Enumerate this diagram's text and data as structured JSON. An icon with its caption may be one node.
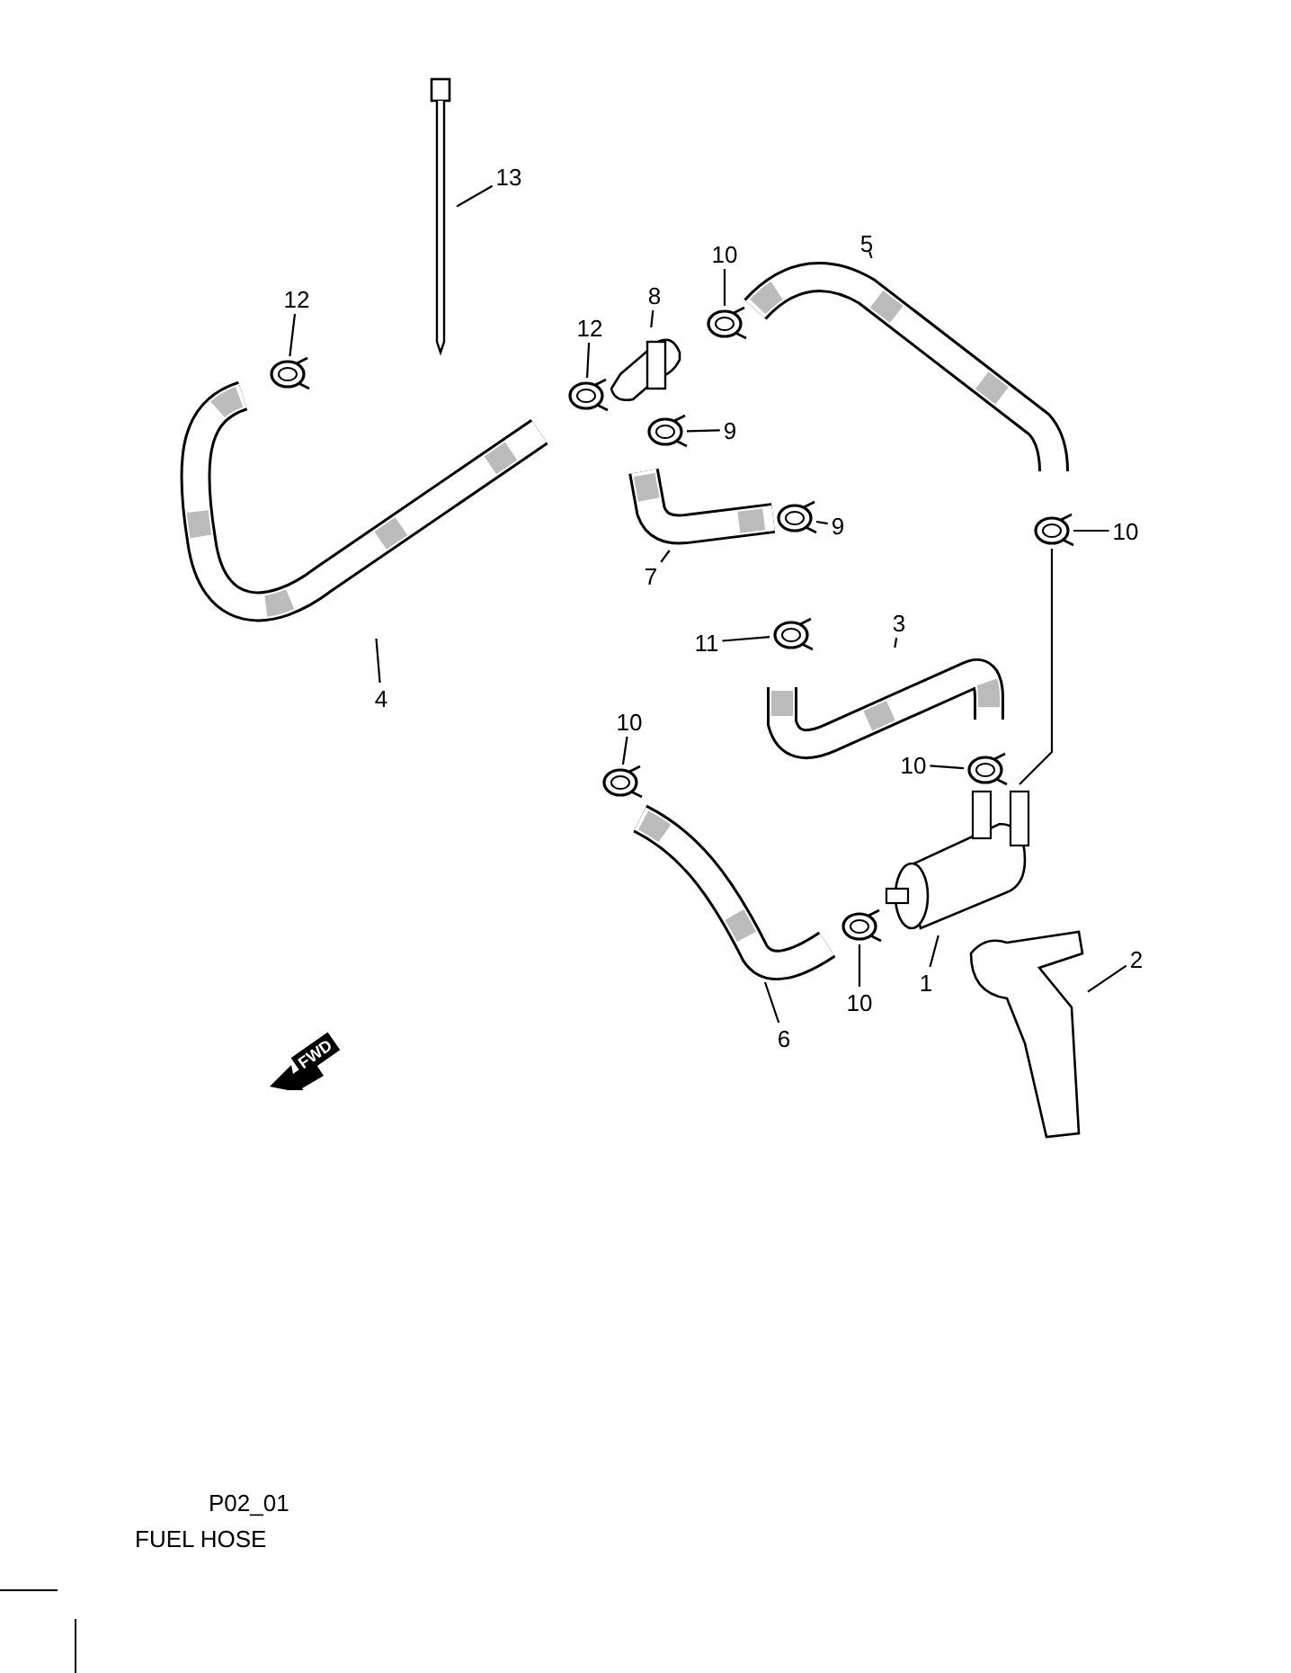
{
  "diagram": {
    "nodes": [
      {
        "text": [
          "13"
        ]
      },
      {
        "text": [
          "10"
        ]
      },
      {
        "text": [
          "5"
        ]
      },
      {
        "text": [
          "8"
        ]
      },
      {
        "text": [
          "12"
        ]
      },
      {
        "text": [
          "12"
        ]
      },
      {
        "text": [
          "9"
        ]
      },
      {
        "text": [
          "9"
        ]
      },
      {
        "text": [
          "10"
        ]
      },
      {
        "text": [
          "7"
        ]
      },
      {
        "text": [
          "4"
        ]
      },
      {
        "text": [
          "11"
        ]
      },
      {
        "text": [
          "3"
        ]
      },
      {
        "text": [
          "10"
        ]
      },
      {
        "text": [
          "10"
        ]
      },
      {
        "text": [
          "2"
        ]
      },
      {
        "text": [
          "1"
        ]
      },
      {
        "text": [
          "10"
        ]
      },
      {
        "text": [
          "6"
        ]
      },
      {
        "text": [],
        "shape": "picture"
      },
      {
        "text": [],
        "shape": "picture"
      },
      {
        "text": [],
        "shape": "picture"
      },
      {
        "text": [],
        "shape": "picture"
      },
      {
        "text": [],
        "shape": "picture"
      },
      {
        "text": [],
        "shape": "picture"
      },
      {
        "text": [],
        "shape": "picture"
      },
      {
        "text": [],
        "shape": "picture"
      },
      {
        "text": [],
        "shape": "picture"
      },
      {
        "text": [],
        "shape": "picture"
      },
      {
        "text": [],
        "shape": "picture"
      },
      {
        "text": [],
        "shape": "picture"
      },
      {
        "text": [],
        "shape": "picture"
      },
      {
        "text": [],
        "shape": "picture"
      },
      {
        "text": [],
        "shape": "picture"
      },
      {
        "text": [],
        "shape": "picture"
      },
      {
        "text": [],
        "shape": "picture"
      },
      {
        "text": [],
        "shape": "picture"
      },
      {
        "text": [],
        "shape": "picture"
      }
    ],
    "edges": [
      {
        "from": 0,
        "to": 19,
        "arrow": "none"
      },
      {
        "from": 1,
        "to": 20,
        "arrow": "none"
      },
      {
        "from": 2,
        "to": 21,
        "arrow": "none"
      },
      {
        "from": 3,
        "to": 22,
        "arrow": "none"
      },
      {
        "from": 4,
        "to": 23,
        "arrow": "none"
      },
      {
        "from": 5,
        "to": 24,
        "arrow": "none"
      },
      {
        "from": 6,
        "to": 25,
        "arrow": "none"
      },
      {
        "from": 7,
        "to": 26,
        "arrow": "none"
      },
      {
        "from": 8,
        "to": 27,
        "arrow": "none"
      },
      {
        "from": 9,
        "to": 28,
        "arrow": "none"
      },
      {
        "from": 10,
        "to": 29,
        "arrow": "none"
      },
      {
        "from": 11,
        "to": 30,
        "arrow": "none"
      },
      {
        "from": 12,
        "to": 31,
        "arrow": "none"
      },
      {
        "from": 13,
        "to": 32,
        "arrow": "none"
      },
      {
        "from": 14,
        "to": 33,
        "arrow": "none"
      },
      {
        "from": 15,
        "to": 34,
        "arrow": "none"
      },
      {
        "from": 16,
        "to": 35,
        "arrow": "none"
      },
      {
        "from": 17,
        "to": 36,
        "arrow": "none"
      },
      {
        "from": 18,
        "to": 37,
        "arrow": "none"
      },
      {
        "from": 27,
        "to": 35,
        "arrow": "none"
      }
    ],
    "labels": [
      "FWD",
      "P02_01",
      "FUEL HOSE"
    ]
  }
}
